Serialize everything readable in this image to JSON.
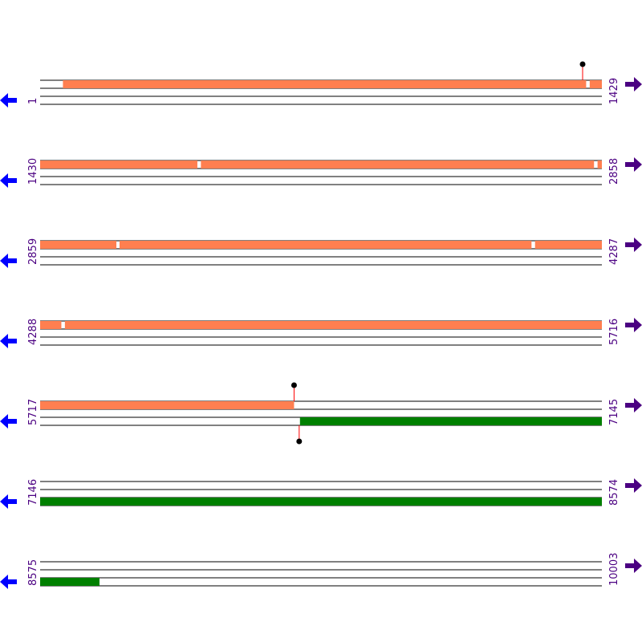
{
  "colors": {
    "frame_top": "#ff7f50",
    "frame_bottom": "#008000",
    "left_arrow": "#0000ff",
    "right_arrow": "#4b0082",
    "coord_text": "#4b0082",
    "lollipop": "#ff0000"
  },
  "icons": {
    "left": "left-arrow-icon",
    "right": "right-arrow-icon"
  },
  "sequence_length": 10003,
  "rows": [
    {
      "start": "1",
      "end": "1429"
    },
    {
      "start": "1430",
      "end": "2858"
    },
    {
      "start": "2859",
      "end": "4287"
    },
    {
      "start": "4288",
      "end": "5716"
    },
    {
      "start": "5717",
      "end": "7145"
    },
    {
      "start": "7146",
      "end": "8574"
    },
    {
      "start": "8575",
      "end": "10003"
    }
  ],
  "features": [
    {
      "name": "orf-forward-1",
      "track": 0,
      "color": "#ff7f50",
      "segments": [
        [
          59,
          1389
        ],
        [
          1399,
          1829
        ],
        [
          1839,
          2838
        ],
        [
          2848,
          3052
        ],
        [
          3061,
          4108
        ],
        [
          4118,
          4341
        ],
        [
          4351,
          6362
        ]
      ]
    },
    {
      "name": "orf-frame-3",
      "track": 2,
      "color": "#008000",
      "segments": [
        [
          6378,
          8725
        ]
      ]
    }
  ],
  "markers": [
    {
      "name": "stop-marker-1",
      "row": 0,
      "pos": 1381,
      "dir": "up"
    },
    {
      "name": "stop-marker-2",
      "row": 4,
      "pos": 6363,
      "dir": "up"
    },
    {
      "name": "start-marker-1",
      "row": 4,
      "pos": 6376,
      "dir": "down"
    }
  ]
}
